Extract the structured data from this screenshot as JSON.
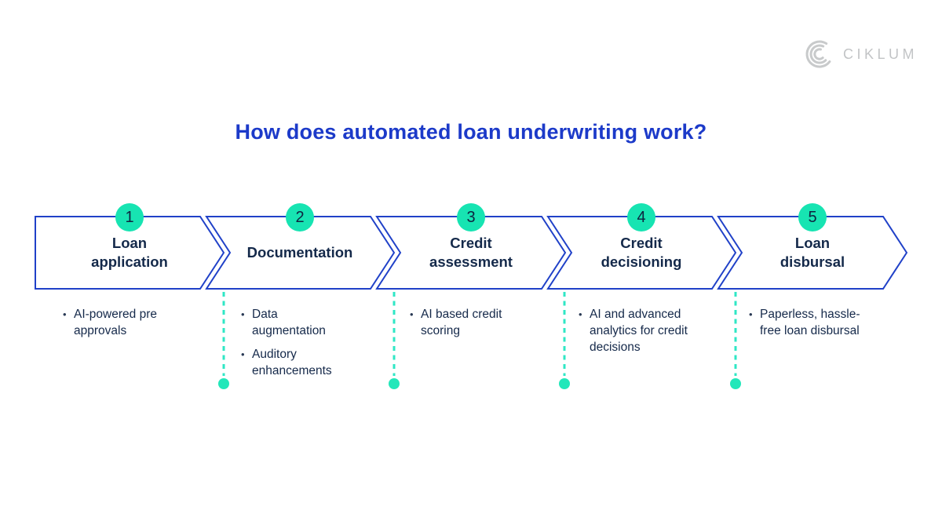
{
  "logo": {
    "text": "CIKLUM"
  },
  "title": "How does automated loan underwriting work?",
  "steps": [
    {
      "number": "1",
      "label": "Loan application",
      "label_lines": [
        "Loan",
        "application"
      ],
      "bullets": [
        "AI-powered pre approvals"
      ]
    },
    {
      "number": "2",
      "label": "Documentation",
      "label_lines": [
        "Documentation"
      ],
      "bullets": [
        "Data augmentation",
        "Auditory enhancements"
      ]
    },
    {
      "number": "3",
      "label": "Credit assessment",
      "label_lines": [
        "Credit",
        "assessment"
      ],
      "bullets": [
        "AI based credit scoring"
      ]
    },
    {
      "number": "4",
      "label": "Credit decisioning",
      "label_lines": [
        "Credit",
        "decisioning"
      ],
      "bullets": [
        "AI and advanced analytics for credit decisions"
      ]
    },
    {
      "number": "5",
      "label": "Loan disbursal",
      "label_lines": [
        "Loan",
        "disbursal"
      ],
      "bullets": [
        "Paperless, hassle-free loan disbursal"
      ]
    }
  ],
  "colors": {
    "chevron_outline_blue": "#2041c8",
    "title_blue": "#1c3ac9",
    "dark_navy_text": "#14294a",
    "badge_teal": "#17e4b2",
    "dashed_connector_teal": "#2fe7c5",
    "logo_gray": "#c8cacb"
  }
}
